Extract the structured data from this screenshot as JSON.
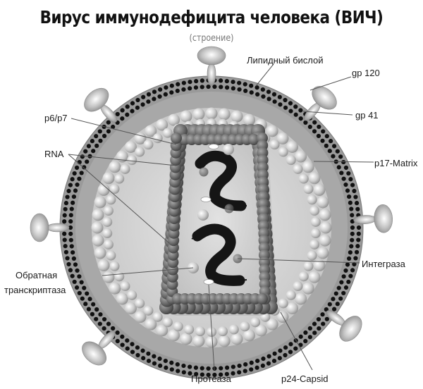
{
  "header": {
    "title": "Вирус иммунодефицита человека (ВИЧ)",
    "subtitle": "(строение)"
  },
  "labels": {
    "lipid_bilayer": "Липидный бислой",
    "gp120": "gp 120",
    "gp41": "gp 41",
    "p6p7": "p6/p7",
    "rna": "RNA",
    "p17_matrix": "p17-Matrix",
    "reverse_transcriptase_line1": "Обратная",
    "reverse_transcriptase_line2": "транскриптаза",
    "integrase": "Интеграза",
    "protease": "Протеаза",
    "p24_capsid": "p24-Capsid"
  },
  "colors": {
    "background": "#ffffff",
    "membrane": "#8c8c8c",
    "membrane_dots": "#111111",
    "matrix_band": "#a9a9a9",
    "interior": "#d4d4d4",
    "matrix_spheres": "#cfcfcf",
    "capsid_spheres": "#6e6e6e",
    "rna": "#151515",
    "glycoprotein": "#bdbdbd",
    "leader_line": "#555555"
  }
}
